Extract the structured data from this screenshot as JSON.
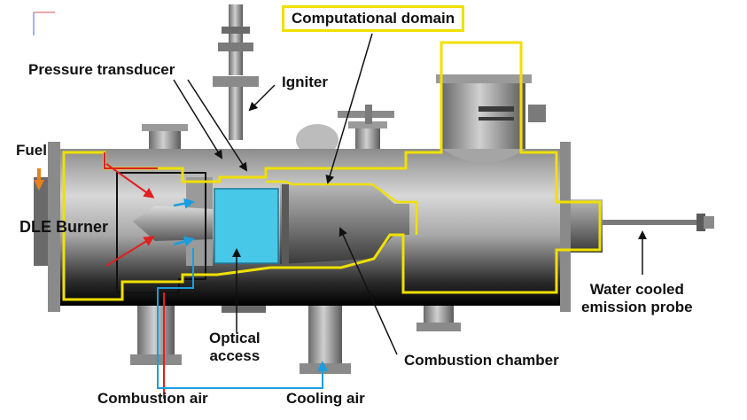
{
  "labels": {
    "computational_domain": "Computational domain",
    "pressure_transducer": "Pressure transducer",
    "igniter": "Igniter",
    "fuel": "Fuel",
    "dle_burner": "DLE Burner",
    "water_cooled_1": "Water cooled",
    "water_cooled_2": "emission probe",
    "optical_1": "Optical",
    "optical_2": "access",
    "combustion_chamber": "Combustion chamber",
    "combustion_air": "Combustion air",
    "cooling_air": "Cooling air"
  },
  "colors": {
    "domain_outline": "#f0e000",
    "combustion_air": "#e02020",
    "cooling_air": "#1a9ee0",
    "fuel": "#e8801a",
    "optical_window": "#48c8e8",
    "leader": "#111111"
  }
}
